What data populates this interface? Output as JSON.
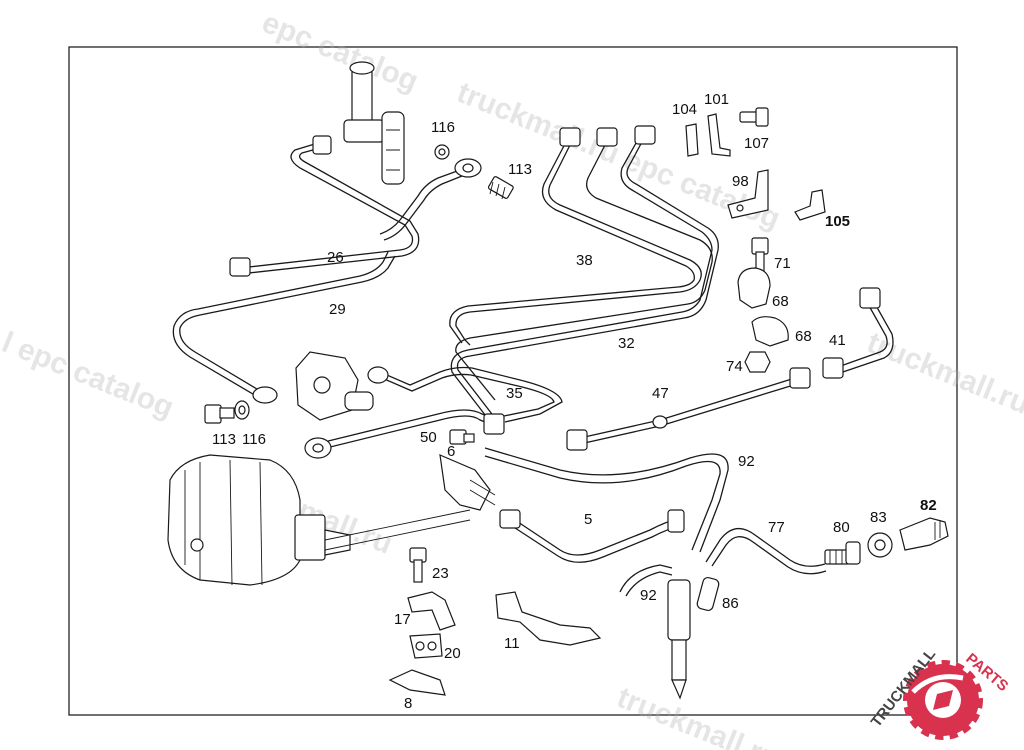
{
  "watermark": {
    "text_a": "epc catalog",
    "text_b": "truckmall.ru epc catalog",
    "text_c": "truckmall.ru e",
    "text_d": "truckmall.ru",
    "text_e": "l epc catalog",
    "text_f": "truckmall.ru"
  },
  "logo": {
    "text_dark": "TRUCKMALL",
    "text_accent": "PARTS",
    "accent_color": "#d8324f",
    "dark_color": "#444444"
  },
  "callouts": [
    {
      "id": "c26",
      "label": "26"
    },
    {
      "id": "c29",
      "label": "29"
    },
    {
      "id": "c116a",
      "label": "116"
    },
    {
      "id": "c113a",
      "label": "113"
    },
    {
      "id": "c113b",
      "label": "113"
    },
    {
      "id": "c116b",
      "label": "116"
    },
    {
      "id": "c38",
      "label": "38"
    },
    {
      "id": "c32",
      "label": "32"
    },
    {
      "id": "c35",
      "label": "35"
    },
    {
      "id": "c104",
      "label": "104"
    },
    {
      "id": "c101",
      "label": "101"
    },
    {
      "id": "c107",
      "label": "107"
    },
    {
      "id": "c98",
      "label": "98"
    },
    {
      "id": "c105",
      "label": "105"
    },
    {
      "id": "c71",
      "label": "71"
    },
    {
      "id": "c68a",
      "label": "68"
    },
    {
      "id": "c68b",
      "label": "68"
    },
    {
      "id": "c74",
      "label": "74"
    },
    {
      "id": "c41",
      "label": "41"
    },
    {
      "id": "c47",
      "label": "47"
    },
    {
      "id": "c50",
      "label": "50"
    },
    {
      "id": "c6",
      "label": "6"
    },
    {
      "id": "c92a",
      "label": "92"
    },
    {
      "id": "c5",
      "label": "5"
    },
    {
      "id": "c77",
      "label": "77"
    },
    {
      "id": "c80",
      "label": "80"
    },
    {
      "id": "c83",
      "label": "83"
    },
    {
      "id": "c82",
      "label": "82"
    },
    {
      "id": "c23",
      "label": "23"
    },
    {
      "id": "c17",
      "label": "17"
    },
    {
      "id": "c20",
      "label": "20"
    },
    {
      "id": "c11",
      "label": "11"
    },
    {
      "id": "c92b",
      "label": "92"
    },
    {
      "id": "c86",
      "label": "86"
    },
    {
      "id": "c8",
      "label": "8"
    }
  ]
}
